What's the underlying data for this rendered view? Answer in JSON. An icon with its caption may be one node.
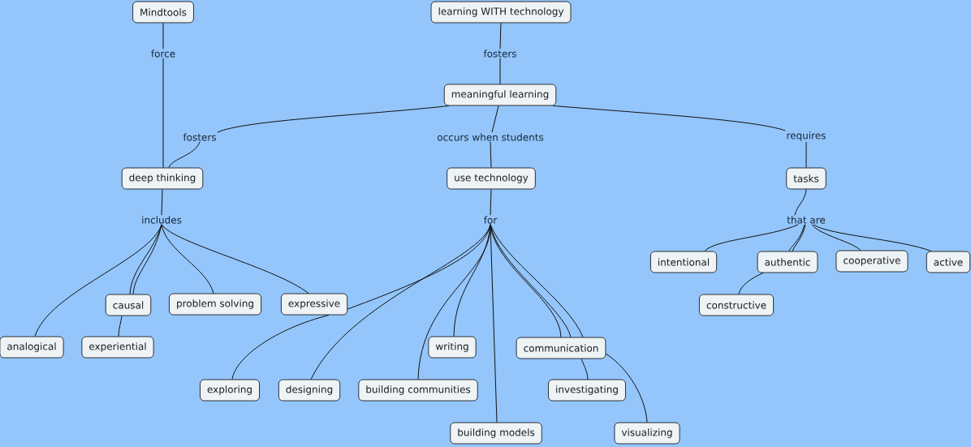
{
  "diagram": {
    "nodes": [
      {
        "text": [
          "Mindtools"
        ]
      },
      {
        "text": [
          "learning WITH technology"
        ]
      },
      {
        "text": [
          "force"
        ]
      },
      {
        "text": [
          "fosters"
        ]
      },
      {
        "text": [
          "meaningful learning"
        ]
      },
      {
        "text": [
          "fosters"
        ]
      },
      {
        "text": [
          "occurs when students"
        ]
      },
      {
        "text": [
          "requires"
        ]
      },
      {
        "text": [
          "deep thinking"
        ]
      },
      {
        "text": [
          "use technology"
        ]
      },
      {
        "text": [
          "tasks"
        ]
      },
      {
        "text": [
          "includes"
        ]
      },
      {
        "text": [
          "for"
        ]
      },
      {
        "text": [
          "that are"
        ]
      },
      {
        "text": [
          "intentional"
        ]
      },
      {
        "text": [
          "authentic"
        ]
      },
      {
        "text": [
          "cooperative"
        ]
      },
      {
        "text": [
          "active"
        ]
      },
      {
        "text": [
          "causal"
        ]
      },
      {
        "text": [
          "problem solving"
        ]
      },
      {
        "text": [
          "expressive"
        ]
      },
      {
        "text": [
          "constructive"
        ]
      },
      {
        "text": [
          "analogical"
        ]
      },
      {
        "text": [
          "experiential"
        ]
      },
      {
        "text": [
          "writing"
        ]
      },
      {
        "text": [
          "communication"
        ]
      },
      {
        "text": [
          "exploring"
        ]
      },
      {
        "text": [
          "designing"
        ]
      },
      {
        "text": [
          "building communities"
        ]
      },
      {
        "text": [
          "investigating"
        ]
      },
      {
        "text": [
          "building models"
        ]
      },
      {
        "text": [
          "visualizing"
        ]
      }
    ],
    "edges": [
      {
        "from": 0,
        "to": 2,
        "arrow": "none"
      },
      {
        "from": 2,
        "to": 8,
        "arrow": "none"
      },
      {
        "from": 1,
        "to": 3,
        "arrow": "none"
      },
      {
        "from": 3,
        "to": 4,
        "arrow": "none"
      },
      {
        "from": 4,
        "to": 5,
        "arrow": "none"
      },
      {
        "from": 5,
        "to": 8,
        "arrow": "none"
      },
      {
        "from": 4,
        "to": 6,
        "arrow": "none"
      },
      {
        "from": 6,
        "to": 9,
        "arrow": "none"
      },
      {
        "from": 4,
        "to": 7,
        "arrow": "none"
      },
      {
        "from": 7,
        "to": 10,
        "arrow": "none"
      },
      {
        "from": 8,
        "to": 11,
        "arrow": "none"
      },
      {
        "from": 11,
        "to": 22,
        "arrow": "none"
      },
      {
        "from": 11,
        "to": 18,
        "arrow": "none"
      },
      {
        "from": 11,
        "to": 18,
        "arrow": "none"
      },
      {
        "from": 18,
        "to": 23,
        "arrow": "none"
      },
      {
        "from": 11,
        "to": 19,
        "arrow": "none"
      },
      {
        "from": 11,
        "to": 20,
        "arrow": "none"
      },
      {
        "from": 9,
        "to": 12,
        "arrow": "none"
      },
      {
        "from": 12,
        "to": 20,
        "arrow": "none"
      },
      {
        "from": 20,
        "to": 26,
        "arrow": "none"
      },
      {
        "from": 12,
        "to": 27,
        "arrow": "none"
      },
      {
        "from": 12,
        "to": 28,
        "arrow": "none"
      },
      {
        "from": 12,
        "to": 24,
        "arrow": "none"
      },
      {
        "from": 12,
        "to": 30,
        "arrow": "none"
      },
      {
        "from": 12,
        "to": 25,
        "arrow": "none"
      },
      {
        "from": 12,
        "to": 25,
        "arrow": "none"
      },
      {
        "from": 12,
        "to": 25,
        "arrow": "none"
      },
      {
        "from": 25,
        "to": 29,
        "arrow": "none"
      },
      {
        "from": 25,
        "to": 31,
        "arrow": "none"
      },
      {
        "from": 10,
        "to": 13,
        "arrow": "none"
      },
      {
        "from": 13,
        "to": 14,
        "arrow": "none"
      },
      {
        "from": 13,
        "to": 15,
        "arrow": "none"
      },
      {
        "from": 13,
        "to": 15,
        "arrow": "none"
      },
      {
        "from": 15,
        "to": 21,
        "arrow": "none"
      },
      {
        "from": 13,
        "to": 16,
        "arrow": "none"
      },
      {
        "from": 13,
        "to": 17,
        "arrow": "none"
      }
    ]
  }
}
